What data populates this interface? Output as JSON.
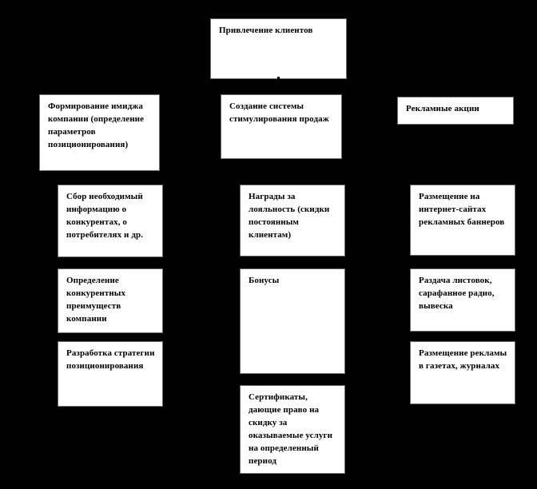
{
  "diagram": {
    "title": "Привлечение клиентов",
    "background_color": "#000000",
    "node_fill_color": "#ffffff",
    "node_border_color": "#6b6b6b",
    "text_color": "#000000",
    "type": "hierarchy-flowchart",
    "root": {
      "id": "root",
      "label": "Привлечение клиентов"
    },
    "branches": [
      {
        "id": "branch-image",
        "label": "Формирование имиджа компании (определение параметров позиционирования)",
        "children": [
          {
            "id": "image-info",
            "label": "Сбор необходимый информацию о конкурентах, о потребителях  и др."
          },
          {
            "id": "image-advantages",
            "label": "Определение конкурентных преимуществ компании"
          },
          {
            "id": "image-strategy",
            "label": "Разработка стратегии позиционирования"
          }
        ]
      },
      {
        "id": "branch-sales",
        "label": "Создание системы стимулирования продаж",
        "children": [
          {
            "id": "sales-loyalty",
            "label": "Награды за лояльность (скидки постоянным клиентам)"
          },
          {
            "id": "sales-bonus",
            "label": "Бонусы"
          },
          {
            "id": "sales-certificates",
            "label": "Сертификаты, дающие право на скидку за оказываемые услуги на определенный период"
          }
        ]
      },
      {
        "id": "branch-ads",
        "label": "Рекламные акции",
        "children": [
          {
            "id": "ads-banners",
            "label": "Размещение на интернет-сайтах рекламных баннеров"
          },
          {
            "id": "ads-leaflets",
            "label": "Раздача листовок, сарафанное радио, вывеска"
          },
          {
            "id": "ads-press",
            "label": "Размещение рекламы в газетах, журналах"
          }
        ]
      }
    ]
  }
}
